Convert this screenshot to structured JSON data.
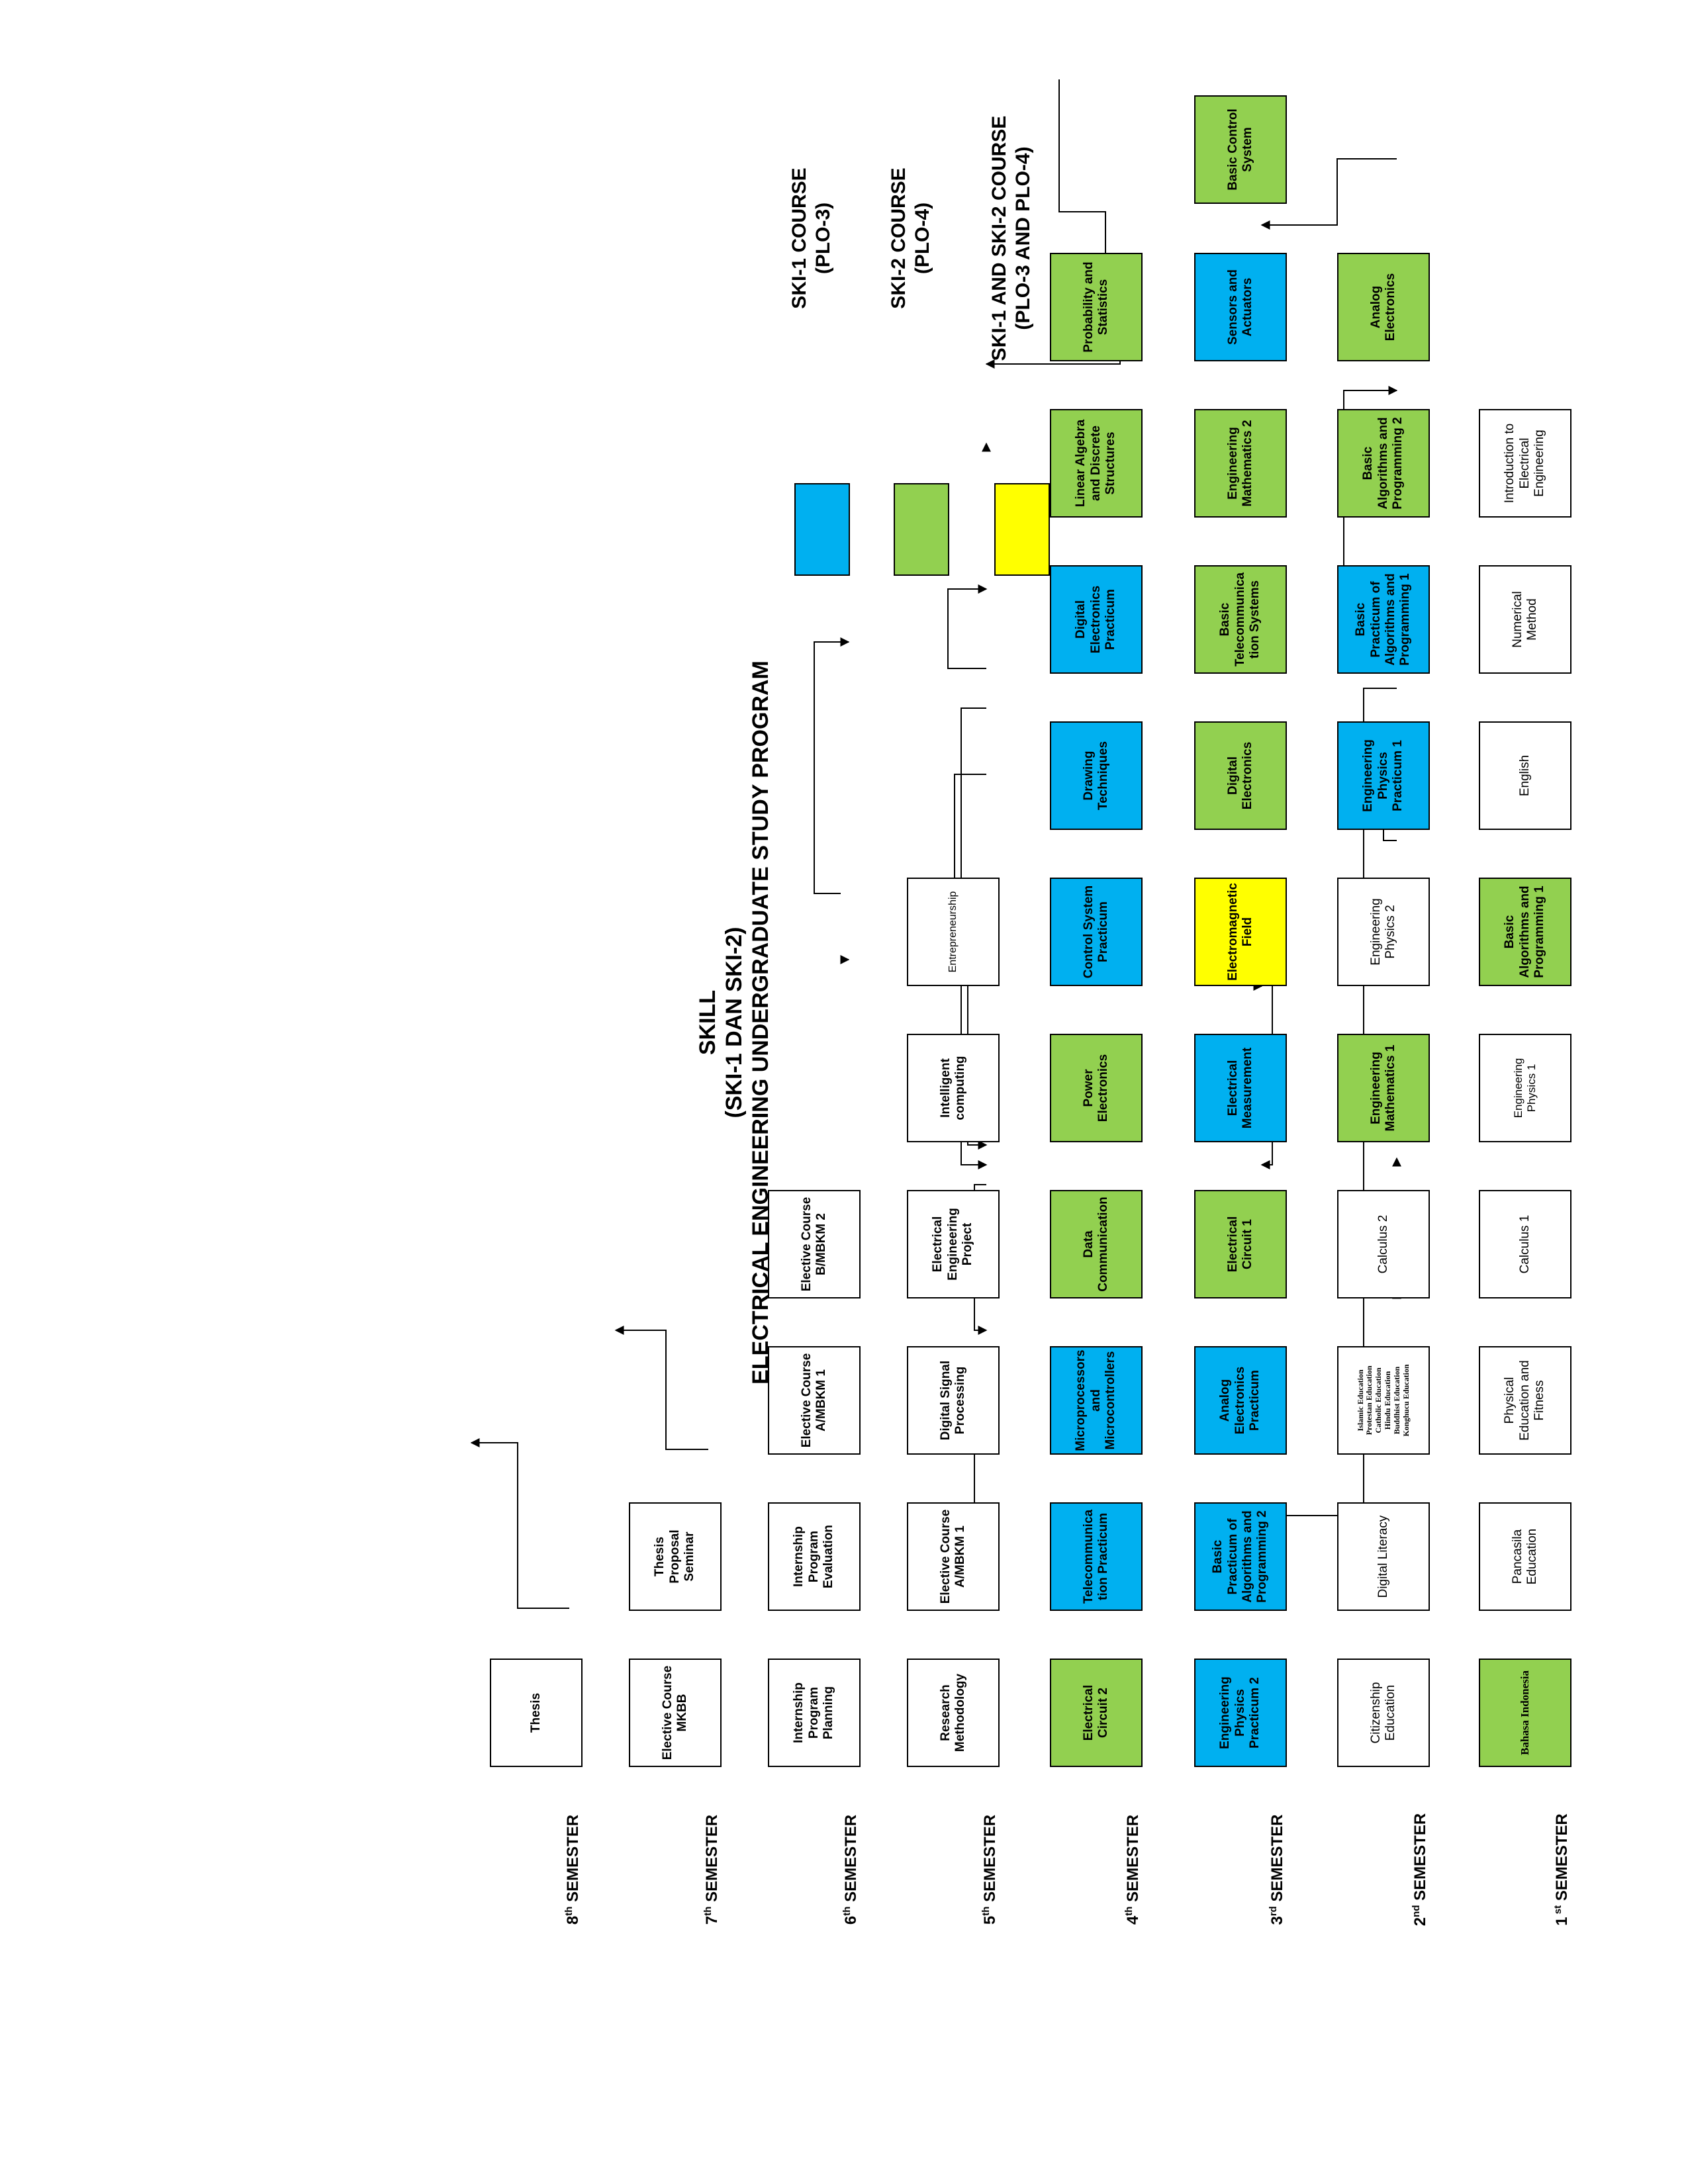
{
  "title": {
    "line1": "SKILL",
    "line2": "(SKI-1 DAN SKI-2)",
    "line3": "ELECTRICAL ENGINEERING UNDERGRADUATE STUDY PROGRAM"
  },
  "colors": {
    "ski1": "#00b0f0",
    "ski2": "#92d050",
    "both": "#ffff00"
  },
  "semesters": [
    {
      "num": "8",
      "sup": "th",
      "label": " SEMESTER"
    },
    {
      "num": "7",
      "sup": "th",
      "label": " SEMESTER"
    },
    {
      "num": "6",
      "sup": "th",
      "label": " SEMESTER"
    },
    {
      "num": "5",
      "sup": "th",
      "label": " SEMESTER"
    },
    {
      "num": "4",
      "sup": "th",
      "label": " SEMESTER"
    },
    {
      "num": "3",
      "sup": "rd",
      "label": " SEMESTER"
    },
    {
      "num": "2",
      "sup": "nd",
      "label": " SEMESTER"
    },
    {
      "num": "1",
      "sup": " st",
      "label": " SEMESTER"
    }
  ],
  "courses": {
    "s8": [
      "Thesis"
    ],
    "s7": [
      "Elective Course MKBB",
      "Thesis Proposal Seminar"
    ],
    "s6": [
      "Internship Program Planning",
      "Internship Program Evaluation",
      "Elective Course A/MBKM 1",
      "Elective Course B/MBKM 2"
    ],
    "s5": [
      "Research Methodology",
      "Elective Course A/MBKM 1",
      "Digital Signal Processing",
      "Electrical Engineering Project",
      "Intelligent computing",
      "Entrepreneurship"
    ],
    "s4": [
      "Electrical Circuit 2",
      "Telecommunica tion Practicum",
      "Microprocessors and Microcontrollers",
      "Data Communication",
      "Power Electronics",
      "Control System Practicum",
      "Drawing Techniques",
      "Digital Electronics Practicum",
      "Linear Algebra and Discrete Structures",
      "Probability and Statistics"
    ],
    "s3": [
      "Engineering Physics Practicum 2",
      "Basic Practicum of Algorithms and Programming 2",
      "Analog Electronics Practicum",
      "Electrical Circuit 1",
      "Electrical Measurement",
      "Electromagnetic Field",
      "Digital Electronics",
      "Basic Telecommunica tion Systems",
      "Engineering Mathematics 2",
      "Sensors and Actuators",
      "Basic Control System"
    ],
    "s2": [
      "Citizenship Education",
      "Digital Literacy",
      "Islamic Education\nProtestan Education\nCatholic Education\nHindu Education\nBuddhist Education\nKonghucu Education",
      "Calculus 2",
      "Engineering Mathematics 1",
      "Engineering Physics 2",
      "Engineering Physics Practicum 1",
      "Basic Practicum of Algorithms and Programming 1",
      "Basic Algorithms and Programming 2",
      "Analog Electronics"
    ],
    "s1": [
      "Bahasa Indonesia",
      "Pancasila Education",
      "Physical Education and Fitness",
      "Calculus 1",
      "Engineering Physics 1",
      "Basic Algorithms and Programming 1",
      "English",
      "Numerical Method",
      "Introduction to Electrical Engineering"
    ]
  },
  "legend": [
    {
      "label": "SKI-1 COURSE\n(PLO-3)"
    },
    {
      "label": "SKI-2 COURSE\n(PLO-4)"
    },
    {
      "label": "SKI-1 AND SKI-2 COURSE\n(PLO-3 AND PLO-4)"
    }
  ]
}
